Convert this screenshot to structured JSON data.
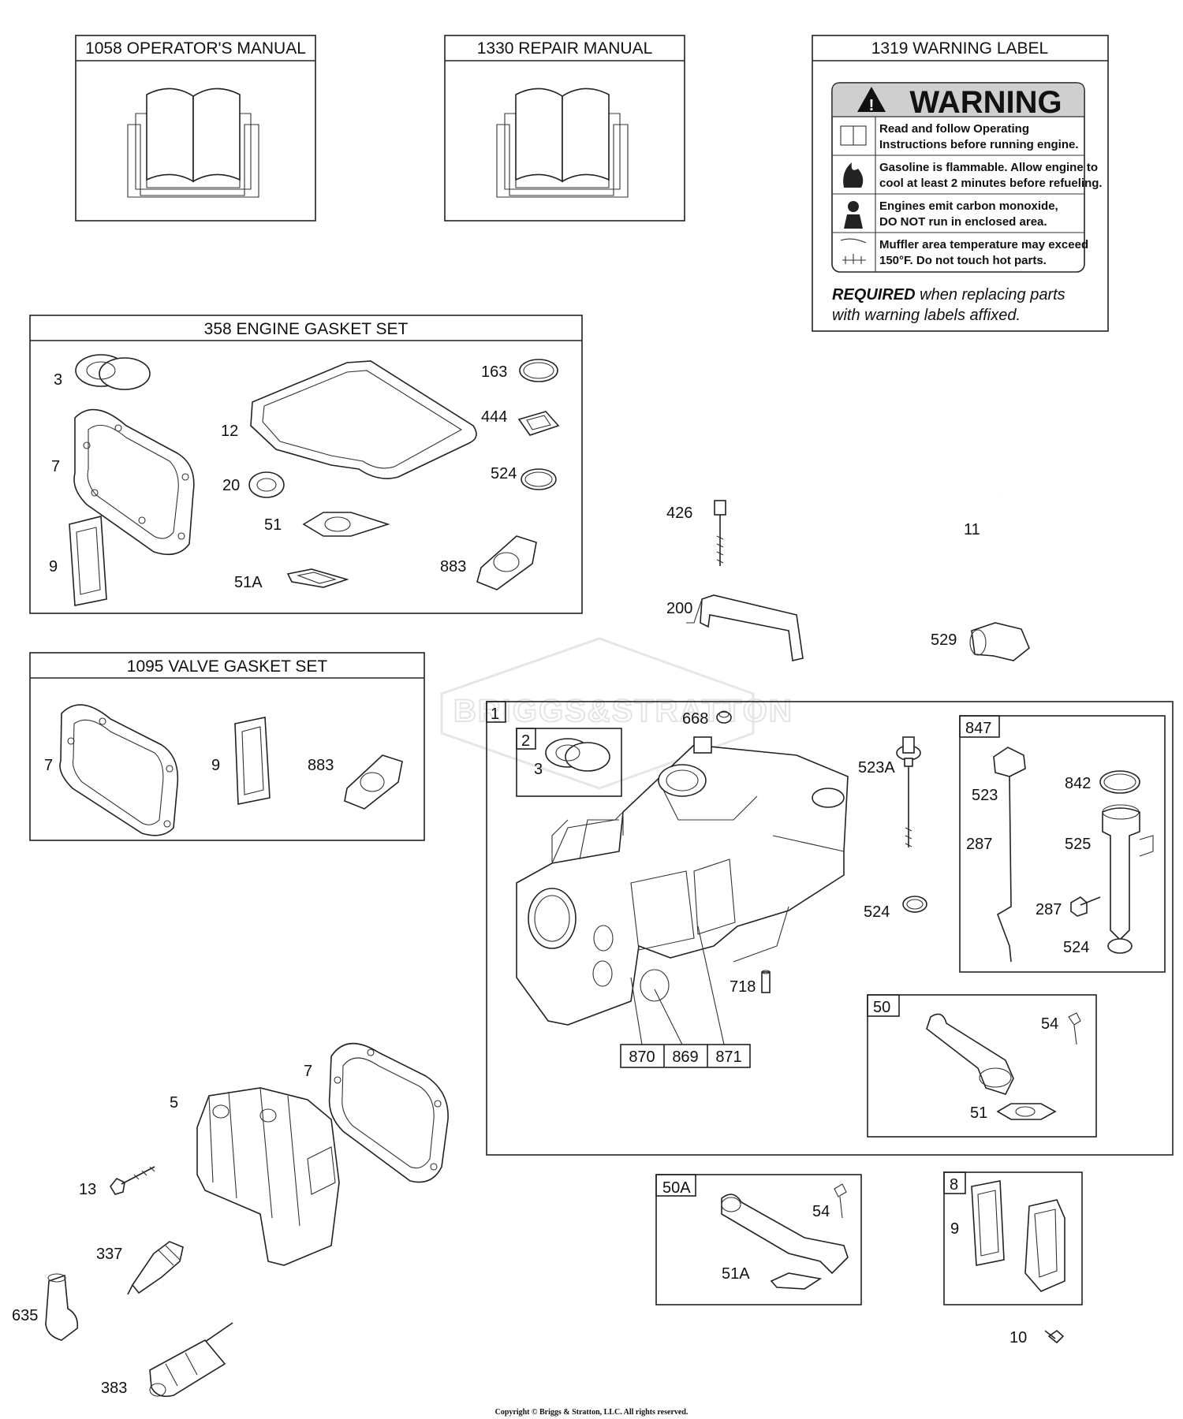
{
  "boxes": {
    "operators_manual": "1058 OPERATOR'S MANUAL",
    "repair_manual": "1330 REPAIR MANUAL",
    "warning_label": "1319 WARNING LABEL",
    "engine_gasket_set": "358 ENGINE GASKET SET",
    "valve_gasket_set": "1095 VALVE GASKET SET"
  },
  "warning": {
    "heading": "WARNING",
    "lines": [
      "Read and follow Operating",
      "Instructions before running engine.",
      "Gasoline is flammable. Allow engine to",
      "cool at least 2 minutes before refueling.",
      "Engines emit carbon monoxide,",
      "DO NOT run in enclosed area.",
      "Muffler area temperature may exceed",
      "150°F.  Do not touch hot parts."
    ],
    "required_bold": "REQUIRED",
    "required_rest": " when replacing parts",
    "required_line2": "with warning labels affixed."
  },
  "watermark": "BRIGGS&STRATTON",
  "labels": {
    "gs_3": "3",
    "gs_7": "7",
    "gs_9": "9",
    "gs_12": "12",
    "gs_20": "20",
    "gs_51": "51",
    "gs_51a": "51A",
    "gs_163": "163",
    "gs_444": "444",
    "gs_524": "524",
    "gs_883": "883",
    "vg_7": "7",
    "vg_9": "9",
    "vg_883": "883",
    "p426": "426",
    "p200": "200",
    "p11": "11",
    "p529": "529",
    "b1": "1",
    "b2": "2",
    "b2_3": "3",
    "p668": "668",
    "p523a": "523A",
    "p524": "524",
    "p718": "718",
    "c870": "870",
    "c869": "869",
    "c871": "871",
    "b847": "847",
    "d523": "523",
    "d842": "842",
    "d287a": "287",
    "d525": "525",
    "d287b": "287",
    "d524": "524",
    "b50": "50",
    "e54": "54",
    "e51": "51",
    "h5": "5",
    "h7": "7",
    "h13": "13",
    "h337": "337",
    "h635": "635",
    "h383": "383",
    "b50a": "50A",
    "f54": "54",
    "f51a": "51A",
    "b8": "8",
    "g9": "9",
    "g10": "10"
  },
  "copyright": "Copyright © Briggs & Stratton, LLC. All rights reserved."
}
